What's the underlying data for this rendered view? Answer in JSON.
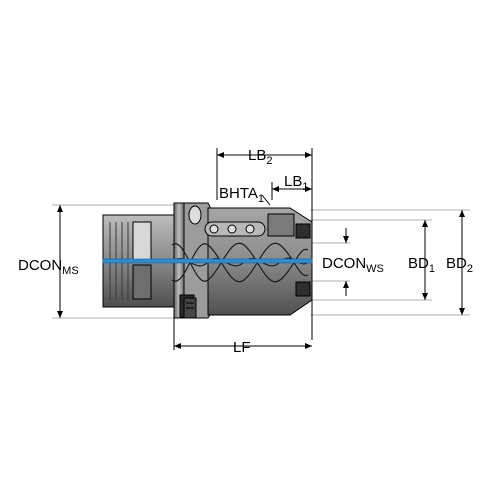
{
  "diagram": {
    "labels": {
      "lb2": {
        "base": "LB",
        "sub": "2"
      },
      "lb1": {
        "base": "LB",
        "sub": "1"
      },
      "bhta1": {
        "base": "BHTA",
        "sub": "1"
      },
      "dconms": {
        "base": "DCON",
        "sub": "MS"
      },
      "dconws": {
        "base": "DCON",
        "sub": "WS"
      },
      "bd1": {
        "base": "BD",
        "sub": "1"
      },
      "bd2": {
        "base": "BD",
        "sub": "2"
      },
      "lf": {
        "base": "LF",
        "sub": ""
      }
    },
    "colors": {
      "body": "#8e8e8e",
      "body_dark": "#5a5a5a",
      "outline": "#000000",
      "centerline": "#2a8fd6",
      "extension_line": "#b0b0b0"
    }
  }
}
